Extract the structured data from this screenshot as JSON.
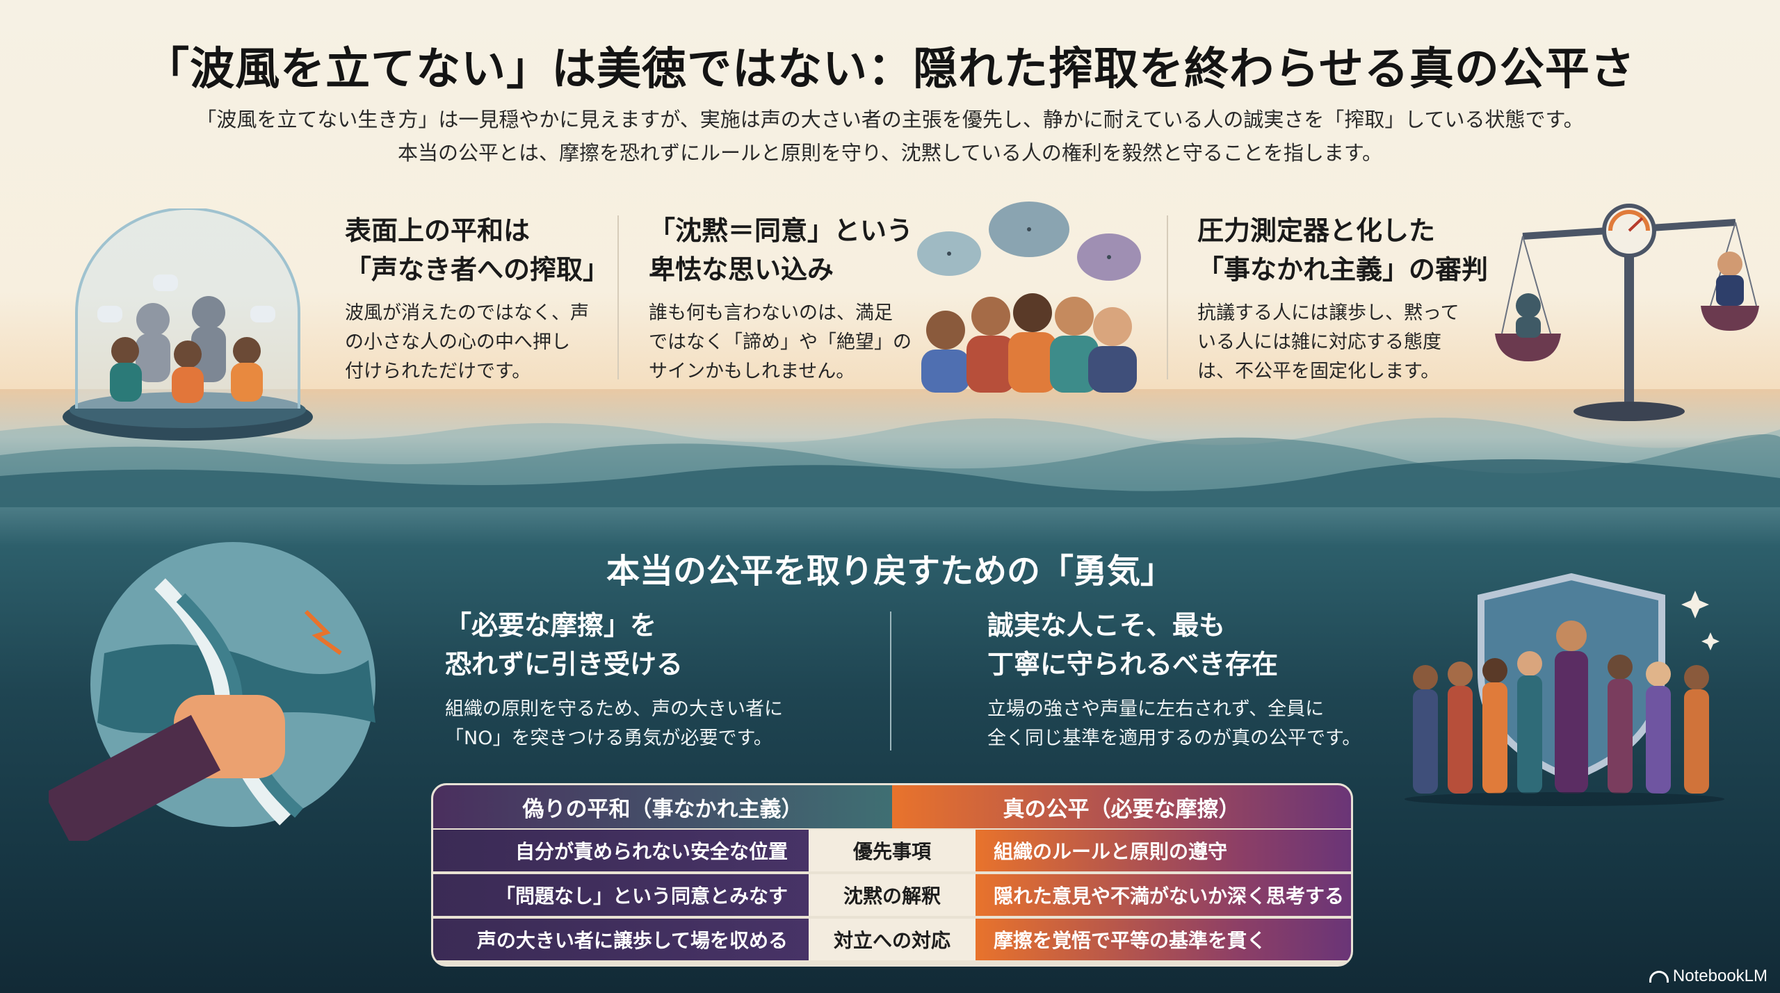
{
  "header": {
    "title": "「波風を立てない」は美徳ではない：隠れた搾取を終わらせる真の公平さ",
    "lead_line1": "「波風を立てない生き方」は一見穏やかに見えますが、実施は声の大さい者の主張を優先し、静かに耐えている人の誠実さを「搾取」している状態です。",
    "lead_line2": "本当の公平とは、摩擦を恐れずにルールと原則を守り、沈黙している人の権利を毅然と守ることを指します。"
  },
  "top_cards": [
    {
      "heading_line1": "表面上の平和は",
      "heading_line2": "「声なき者への搾取」",
      "body_line1": "波風が消えたのではなく、声",
      "body_line2": "の小さな人の心の中へ押し",
      "body_line3": "付けられただけです。"
    },
    {
      "heading_line1": "「沈黙＝同意」という",
      "heading_line2": "卑怯な思い込み",
      "body_line1": "誰も何も言わないのは、満足",
      "body_line2": "ではなく「諦め」や「絶望」の",
      "body_line3": "サインかもしれません。"
    },
    {
      "heading_line1": "圧力測定器と化した",
      "heading_line2": "「事なかれ主義」の審判",
      "body_line1": "抗議する人には譲歩し、黙って",
      "body_line2": "いる人には雑に対応する態度",
      "body_line3": "は、不公平を固定化します。"
    }
  ],
  "section": {
    "title": "本当の公平を取り戻すための「勇気」",
    "cards": [
      {
        "heading_line1": "「必要な摩擦」を",
        "heading_line2": "恐れずに引き受ける",
        "body_line1": "組織の原則を守るため、声の大きい者に",
        "body_line2": "「NO」を突きつける勇気が必要です。"
      },
      {
        "heading_line1": "誠実な人こそ、最も",
        "heading_line2": "丁寧に守られるべき存在",
        "body_line1": "立場の強さや声量に左右されず、全員に",
        "body_line2": "全く同じ基準を適用するのが真の公平です。"
      }
    ]
  },
  "comparison": {
    "left_header": "偽りの平和（事なかれ主義）",
    "right_header": "真の公平（必要な摩擦）",
    "rows": [
      {
        "left": "自分が責められない安全な位置",
        "label": "優先事項",
        "right": "組織のルールと原則の遵守"
      },
      {
        "left": "「問題なし」という同意とみなす",
        "label": "沈黙の解釈",
        "right": "隠れた意見や不満がないか深く思考する"
      },
      {
        "left": "声の大きい者に譲歩して場を収める",
        "label": "対立への対応",
        "right": "摩擦を覚悟で平等の基準を貫く"
      }
    ]
  },
  "brand": {
    "name": "NotebookLM"
  },
  "colors": {
    "accent_orange": "#e8732c",
    "accent_purple": "#6a3577",
    "teal": "#2d5f6b",
    "navy": "#1a2f44"
  }
}
